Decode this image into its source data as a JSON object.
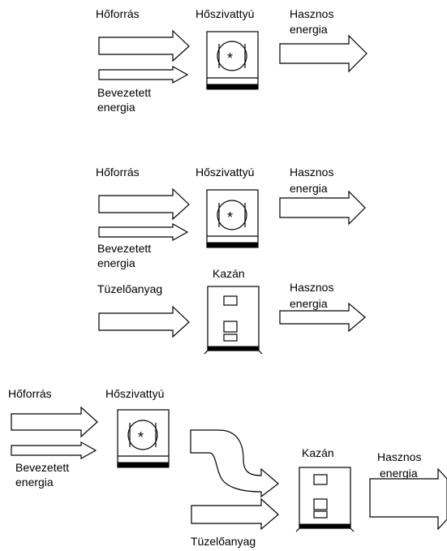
{
  "diagram1": {
    "heat_source": "Hőforrás",
    "heat_pump": "Hőszivattyú",
    "useful_energy_line1": "Hasznos",
    "useful_energy_line2": "energia",
    "input_energy_line1": "Bevezetett",
    "input_energy_line2": "energia"
  },
  "diagram2": {
    "heat_source": "Hőforrás",
    "heat_pump": "Hőszivattyú",
    "useful_energy_line1": "Hasznos",
    "useful_energy_line2": "energia",
    "input_energy_line1": "Bevezetett",
    "input_energy_line2": "energia",
    "boiler": "Kazán",
    "fuel": "Tüzelőanyag",
    "boiler_useful_line1": "Hasznos",
    "boiler_useful_line2": "energia"
  },
  "diagram3": {
    "heat_source": "Hőforrás",
    "heat_pump": "Hőszivattyú",
    "input_energy_line1": "Bevezetett",
    "input_energy_line2": "energia",
    "boiler": "Kazán",
    "useful_energy_line1": "Hasznos",
    "useful_energy_line2": "energia",
    "fuel": "Tüzelőanyag"
  },
  "colors": {
    "line": "#000000",
    "background": "#ffffff"
  },
  "icons": [
    "heat-pump-icon",
    "boiler-icon",
    "arrow-icon",
    "curved-arrow-icon"
  ]
}
